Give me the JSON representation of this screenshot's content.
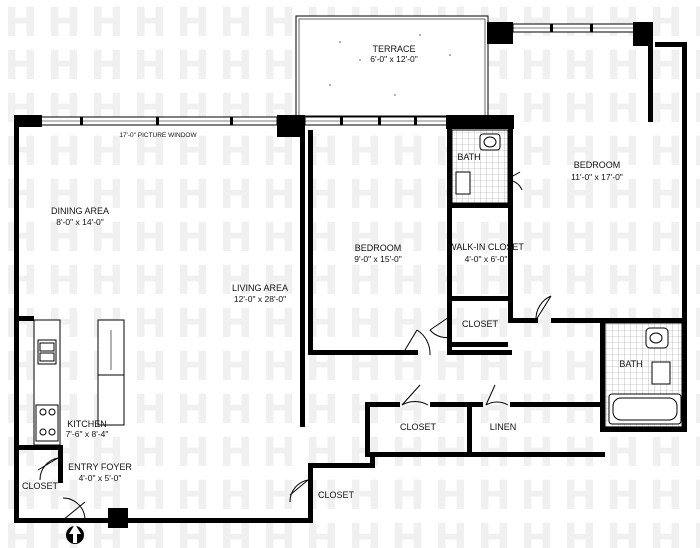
{
  "watermark": {
    "glyph": "H",
    "color": "#f0f0f0"
  },
  "rooms": {
    "terrace": {
      "name": "TERRACE",
      "dims": "6'-0\" x 12'-0\""
    },
    "picture_window": {
      "label": "17'-0\" PICTURE WINDOW"
    },
    "dining": {
      "name": "DINING AREA",
      "dims": "8'-0\" x 14'-0\""
    },
    "living": {
      "name": "LIVING AREA",
      "dims": "12'-0\" x 28'-0\""
    },
    "bedroom_center": {
      "name": "BEDROOM",
      "dims": "9'-0\" x 15'-0\""
    },
    "bedroom_right": {
      "name": "BEDROOM",
      "dims": "11'-0\" x 17'-0\""
    },
    "bath_top": {
      "name": "BATH"
    },
    "bath_right": {
      "name": "BATH"
    },
    "walk_in_closet": {
      "name": "WALK-IN CLOSET",
      "dims": "4'-0\" x 6'-0\""
    },
    "closet_mid": {
      "name": "CLOSET"
    },
    "closet_hall": {
      "name": "CLOSET"
    },
    "linen": {
      "name": "LINEN"
    },
    "closet_bottom": {
      "name": "CLOSET"
    },
    "closet_entry": {
      "name": "CLOSET"
    },
    "kitchen": {
      "name": "KITCHEN",
      "dims": "7'-6\" x 8'-4\""
    },
    "entry": {
      "name": "ENTRY FOYER",
      "dims": "4'-0\" x 5'-0\""
    }
  }
}
